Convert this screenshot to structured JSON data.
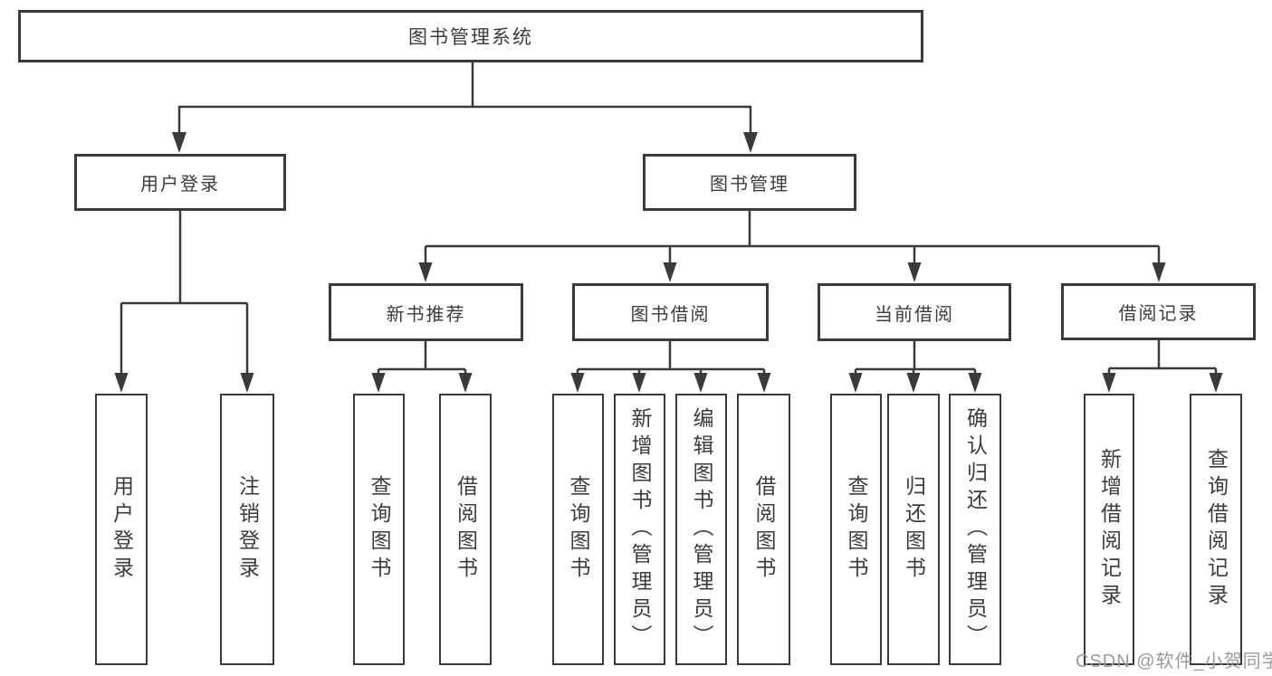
{
  "diagram": {
    "tree": {
      "label": "图书管理系统",
      "children": [
        {
          "label": "用户登录",
          "children": [
            {
              "label": "用户登录"
            },
            {
              "label": "注销登录"
            }
          ]
        },
        {
          "label": "图书管理",
          "children": [
            {
              "label": "新书推荐",
              "children": [
                {
                  "label": "查询图书"
                },
                {
                  "label": "借阅图书"
                }
              ]
            },
            {
              "label": "图书借阅",
              "children": [
                {
                  "label": "查询图书"
                },
                {
                  "label": "新增图书（管理员）"
                },
                {
                  "label": "编辑图书（管理员）"
                },
                {
                  "label": "借阅图书"
                }
              ]
            },
            {
              "label": "当前借阅",
              "children": [
                {
                  "label": "查询图书"
                },
                {
                  "label": "归还图书"
                },
                {
                  "label": "确认归还（管理员）"
                }
              ]
            },
            {
              "label": "借阅记录",
              "children": [
                {
                  "label": "新增借阅记录"
                },
                {
                  "label": "查询借阅记录"
                }
              ]
            }
          ]
        }
      ]
    },
    "colors": {
      "line": "#3a3a3a",
      "box_border": "#3a3a3a",
      "text": "#3c3c3c",
      "watermark": "#9b9b9b",
      "background": "#ffffff"
    }
  },
  "watermark": {
    "text": "CSDN @软件_小贺同学"
  }
}
